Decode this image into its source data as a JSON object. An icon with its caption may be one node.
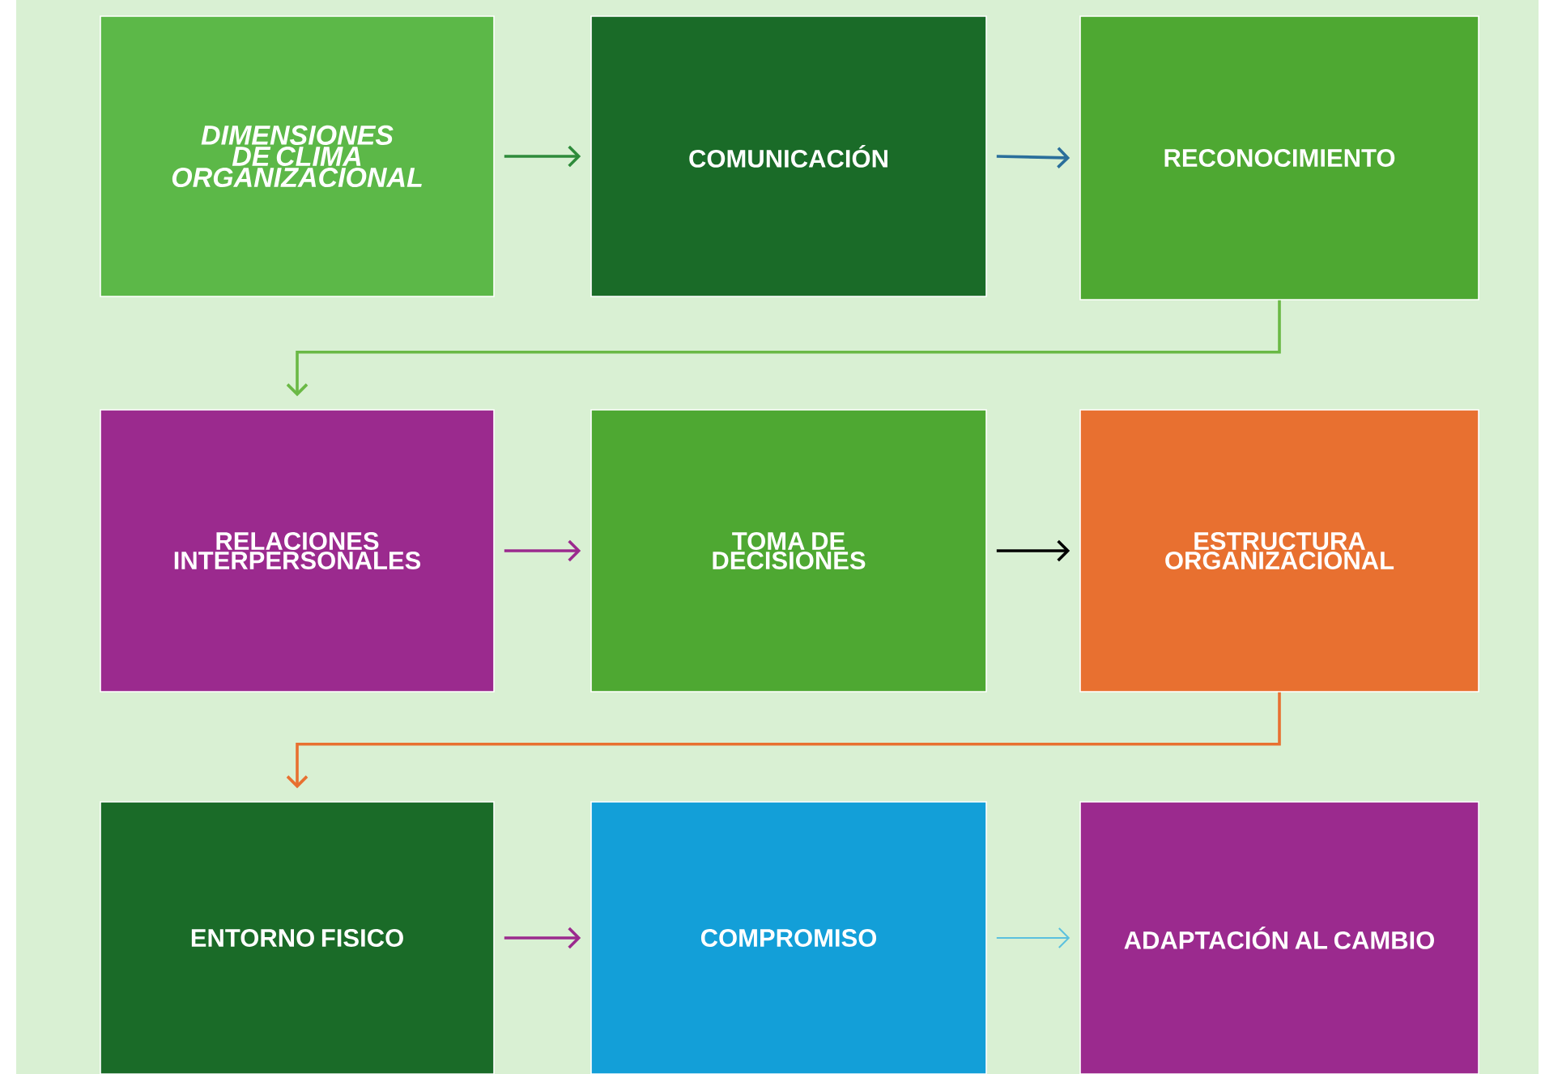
{
  "diagram": {
    "nodes": [
      {
        "text": [
          "DIMENSIONES DE CLIMA ORGANIZACIONAL"
        ]
      },
      {
        "text": [
          "COMUNICACIÓN"
        ]
      },
      {
        "text": [
          "RECONOCIMIENTO"
        ]
      },
      {
        "text": [
          "RELACIONES INTERPERSONALES"
        ]
      },
      {
        "text": [
          "TOMA DE DECISIONES"
        ]
      },
      {
        "text": [
          "ESTRUCTURA ORGANIZACIONAL"
        ]
      },
      {
        "text": [
          "ENTORNO FISICO"
        ]
      },
      {
        "text": [
          "COMPROMISO"
        ]
      },
      {
        "text": [
          "ADAPTACIÓN AL CAMBIO"
        ]
      }
    ],
    "edges": [
      {
        "from": 0,
        "to": 1,
        "arrow": "to",
        "color": "#2e8b3a"
      },
      {
        "from": 1,
        "to": 2,
        "arrow": "to",
        "color": "#2a6f9b"
      },
      {
        "from": 2,
        "to": 3,
        "arrow": "to",
        "color": "#6ab945"
      },
      {
        "from": 3,
        "to": 4,
        "arrow": "to",
        "color": "#9b2a8e"
      },
      {
        "from": 4,
        "to": 5,
        "arrow": "to",
        "color": "#000000"
      },
      {
        "from": 5,
        "to": 6,
        "arrow": "to",
        "color": "#e87030"
      },
      {
        "from": 6,
        "to": 7,
        "arrow": "to",
        "color": "#9b2a8e"
      },
      {
        "from": 7,
        "to": 8,
        "arrow": "to",
        "color": "#5bc0de"
      }
    ]
  }
}
